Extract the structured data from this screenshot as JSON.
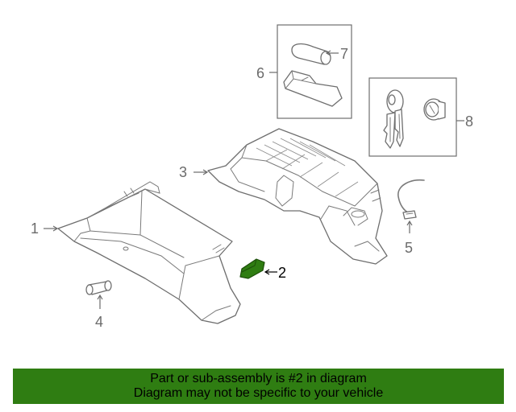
{
  "callouts": {
    "c1": "1",
    "c2": "2",
    "c3": "3",
    "c4": "4",
    "c5": "5",
    "c6": "6",
    "c7": "7",
    "c8": "8"
  },
  "highlight_part": "2",
  "colors": {
    "banner_bg": "#2f7d12",
    "highlight_part_fill": "#2f7d12",
    "line_art": "#6e6e6e"
  },
  "banner": {
    "line1": "Part or sub-assembly is #2 in diagram",
    "line2": "Diagram may not be specific to your vehicle"
  }
}
